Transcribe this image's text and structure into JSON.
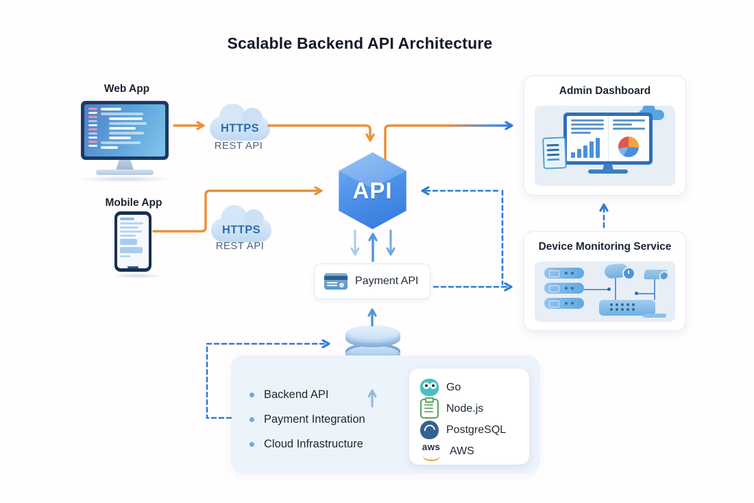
{
  "title": "Scalable Backend API Architecture",
  "clients": {
    "web_app": {
      "label": "Web App"
    },
    "mobile_app": {
      "label": "Mobile App"
    }
  },
  "gateways": {
    "web": {
      "protocol": "HTTPS",
      "type": "REST API"
    },
    "mobile": {
      "protocol": "HTTPS",
      "type": "REST API"
    }
  },
  "core": {
    "api": {
      "label": "API"
    },
    "payment": {
      "label": "Payment API"
    }
  },
  "services": {
    "admin_dashboard": {
      "title": "Admin Dashboard"
    },
    "device_monitoring": {
      "title": "Device Monitoring Service"
    }
  },
  "features": {
    "items": [
      "Backend API",
      "Payment Integration",
      "Cloud Infrastructure"
    ]
  },
  "tech_stack": {
    "items": [
      {
        "name": "Go",
        "icon": "go-gopher-icon"
      },
      {
        "name": "Node.js",
        "icon": "nodejs-icon"
      },
      {
        "name": "PostgreSQL",
        "icon": "postgresql-icon"
      },
      {
        "name": "AWS",
        "icon": "aws-icon",
        "logo_text": "aws"
      }
    ]
  },
  "colors": {
    "arrow_orange": "#E8913A",
    "arrow_blue": "#2F7CD6",
    "api_node_blue": "#3F82DF",
    "cloud_text_blue": "#2B6CB5",
    "panel_bg": "#EDF3FA"
  }
}
